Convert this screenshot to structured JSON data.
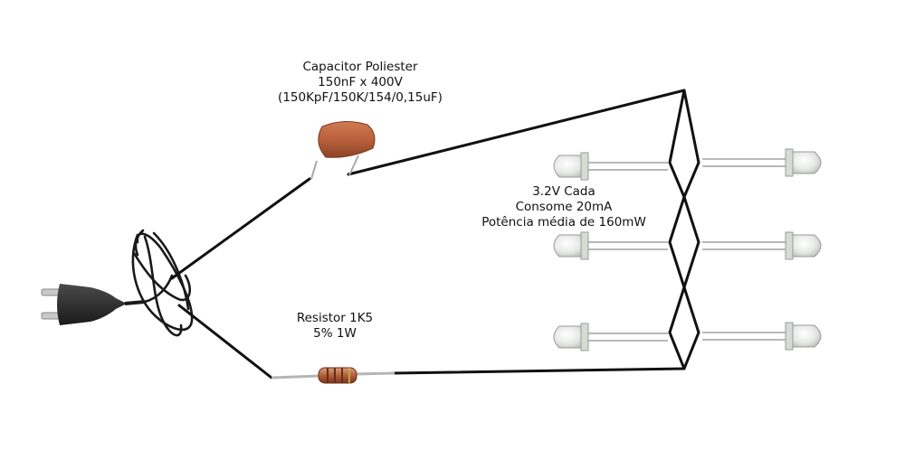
{
  "capacitor": {
    "line1": "Capacitor Poliester",
    "line2": "150nF x 400V",
    "line3": "(150KpF/150K/154/0,15uF)"
  },
  "resistor": {
    "line1": "Resistor 1K5",
    "line2": "5% 1W"
  },
  "led_info": {
    "line1": "3.2V Cada",
    "line2": "Consome 20mA",
    "line3": "Potência média de 160mW"
  },
  "colors": {
    "wire": "#111111",
    "capacitor": "#b8613a",
    "resistor_band": "#a0462a",
    "plug": "#2a2a2a"
  }
}
